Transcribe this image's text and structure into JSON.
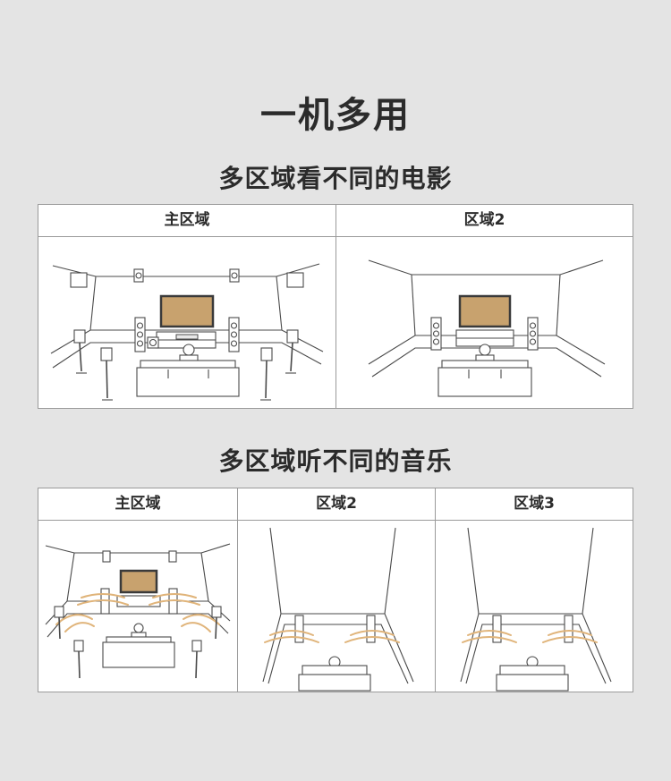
{
  "page": {
    "title": "一机多用"
  },
  "section_movies": {
    "title": "多区域看不同的电影",
    "panels": [
      {
        "label": "主区域"
      },
      {
        "label": "区域2"
      }
    ]
  },
  "section_music": {
    "title": "多区域听不同的音乐",
    "panels": [
      {
        "label": "主区域"
      },
      {
        "label": "区域2"
      },
      {
        "label": "区域3"
      }
    ]
  },
  "colors": {
    "background": "#e4e4e4",
    "screen": "#c8a26e",
    "sound_waves": "#e0b47a"
  }
}
